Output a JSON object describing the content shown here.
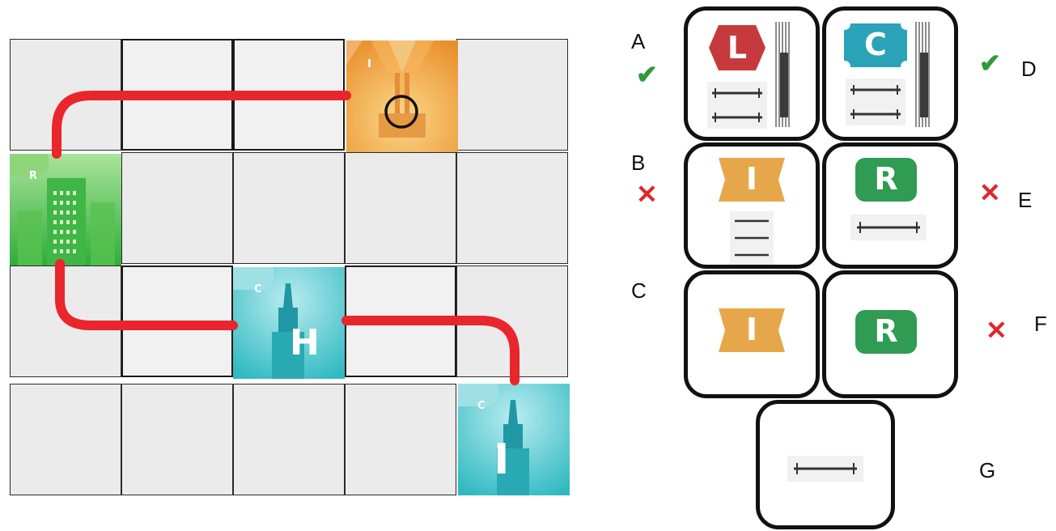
{
  "board": {
    "tiles": [
      {
        "name": "industrial-tile",
        "corner_label": "I",
        "letter": ""
      },
      {
        "name": "residential-tile",
        "corner_label": "R",
        "letter": ""
      },
      {
        "name": "commercial-tile-h",
        "corner_label": "C",
        "letter": "H"
      },
      {
        "name": "commercial-tile-i",
        "corner_label": "C",
        "letter": "I"
      }
    ],
    "route_color": "#e8262c",
    "colors": {
      "industrial": "#f0a640",
      "residential": "#4cc04a",
      "commercial": "#3fc3c9"
    }
  },
  "cards": [
    {
      "label": "A",
      "mark": "✔",
      "token": "L"
    },
    {
      "label": "D",
      "mark": "✔",
      "token": "C"
    },
    {
      "label": "B",
      "mark": "✕",
      "token": "I"
    },
    {
      "label": "E",
      "mark": "✕",
      "token": "R"
    },
    {
      "label": "C",
      "mark": "",
      "token": "I"
    },
    {
      "label": "F",
      "mark": "✕",
      "token": "R"
    },
    {
      "label": "G",
      "mark": "",
      "token": ""
    }
  ],
  "token_colors": {
    "L": "#c63a3d",
    "C": "#2aa3b9",
    "I": "#e6a74a",
    "R": "#2f9b53"
  }
}
